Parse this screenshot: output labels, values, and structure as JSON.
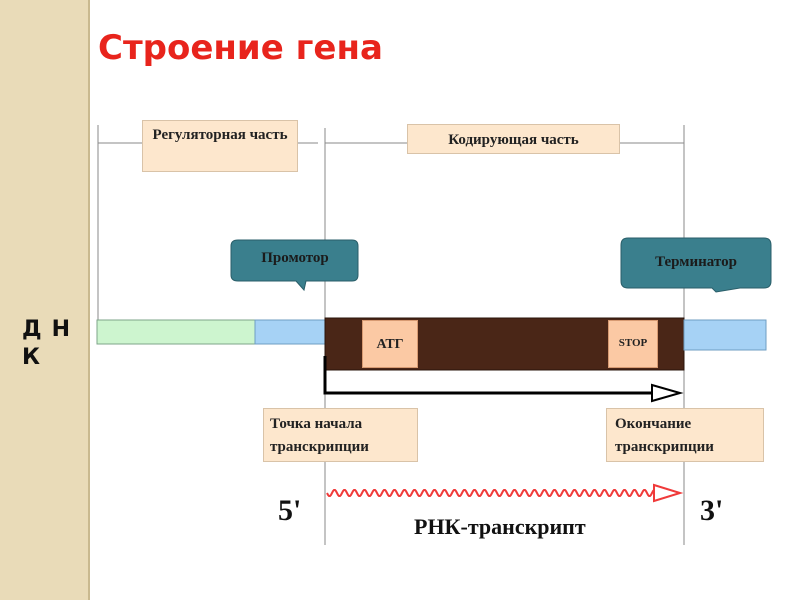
{
  "title": "Строение гена",
  "sidebar": {
    "label": "ДН К"
  },
  "sections": {
    "regulatory": "Регуляторная часть",
    "coding": "Кодирующая часть"
  },
  "callouts": {
    "promoter": "Промотор",
    "terminator": "Терминатор"
  },
  "markers": {
    "start_codon": "АТГ",
    "stop_codon": "STOP"
  },
  "transcription": {
    "start": "Точка начала транскрипции",
    "end": "Окончание транскрипции"
  },
  "rna": {
    "five_prime": "5'",
    "three_prime": "3'",
    "label": "РНК-транскрипт"
  },
  "colors": {
    "title": "#e8241c",
    "regulatory_segment": "#cdf5cf",
    "flank_segment": "#a6d2f5",
    "coding_segment": "#4a2617",
    "callout": "#3a7f8d",
    "wavy_arrow": "#f03a3a",
    "label_box": "#fde7cd"
  }
}
